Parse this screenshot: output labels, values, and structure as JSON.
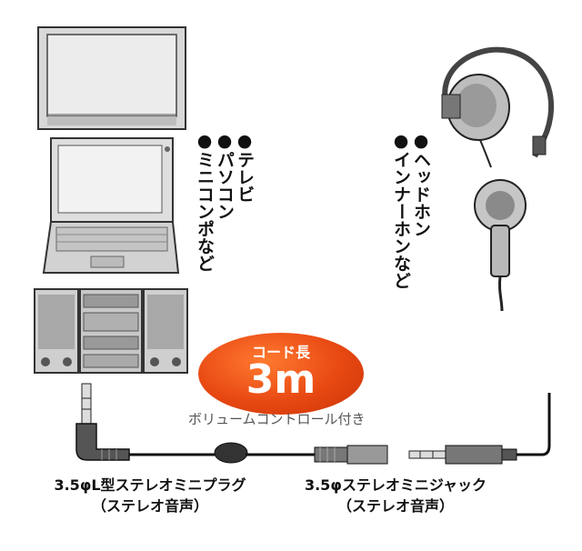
{
  "source_devices": [
    "●テレビ",
    "●パソコン",
    "●ミニコンポなど"
  ],
  "output_devices": [
    "●ヘッドホン",
    "●インナーホンなど"
  ],
  "cord": {
    "length_label": "コード長",
    "length_value": "3m",
    "volume_note": "ボリュームコントロール付き",
    "badge_color": "#e84812"
  },
  "plug_left": {
    "line1": "3.5φL型ステレオミニプラグ",
    "line2": "（ステレオ音声）"
  },
  "plug_right": {
    "line1": "3.5φステレオミニジャック",
    "line2": "（ステレオ音声）"
  }
}
